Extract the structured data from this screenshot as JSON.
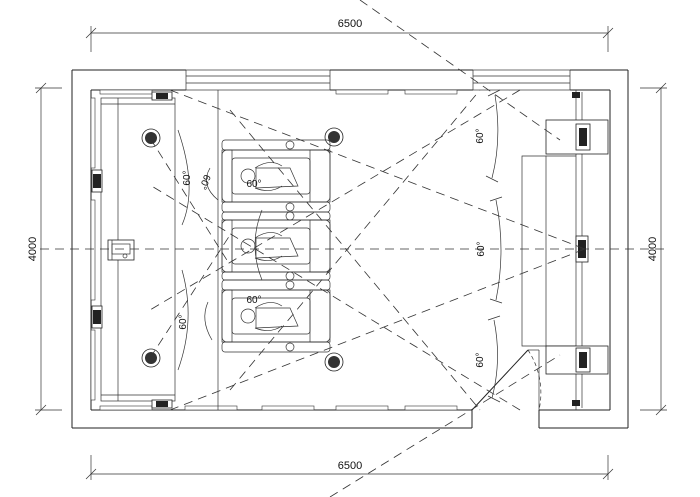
{
  "dimensions": {
    "top_width": "6500",
    "bottom_width": "6500",
    "left_height": "4000",
    "right_height": "4000"
  },
  "angles": {
    "left_top": "60°",
    "left_bottom": "60°",
    "seat_top": "60°",
    "seat_middle": "60°",
    "seat_bottom": "60°",
    "right_top": "60°",
    "right_middle": "60°",
    "right_bottom": "60°"
  }
}
